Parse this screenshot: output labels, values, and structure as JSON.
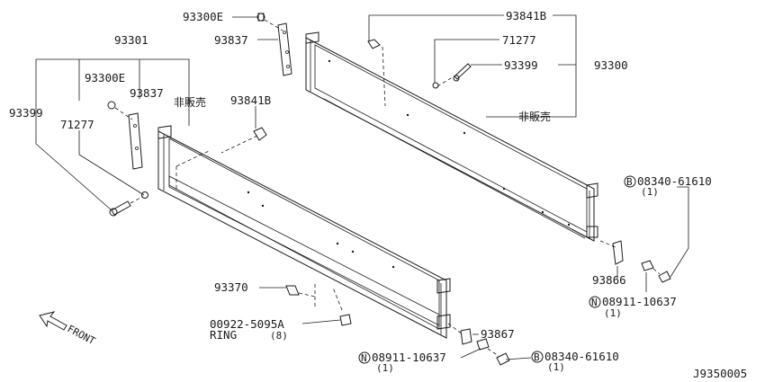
{
  "callouts": {
    "p93300E_top": "93300E",
    "p93837_top": "93837",
    "p93841B_top": "93841B",
    "p71277_right": "71277",
    "p93399_right": "93399",
    "p93300": "93300",
    "not_for_sale_right": "非販売",
    "p93301": "93301",
    "p93300E_left": "93300E",
    "p93837_left": "93837",
    "not_for_sale_left": "非販売",
    "p93841B_left": "93841B",
    "p93399_left": "93399",
    "p71277_left": "71277",
    "bolt_b_right": "08340-61610",
    "bolt_b_right_qty": "(1)",
    "p93866": "93866",
    "nut_n_right": "08911-10637",
    "nut_n_right_qty": "(1)",
    "p93370": "93370",
    "ring_partno": "00922-5095A",
    "ring_label": "RING",
    "ring_qty": "(8)",
    "p93867": "93867",
    "nut_n_bottom": "08911-10637",
    "nut_n_bottom_qty": "(1)",
    "bolt_b_bottom": "08340-61610",
    "bolt_b_bottom_qty": "(1)",
    "front_label": "FRONT",
    "diagram_id": "J9350005",
    "badge_b": "B",
    "badge_n": "N"
  }
}
